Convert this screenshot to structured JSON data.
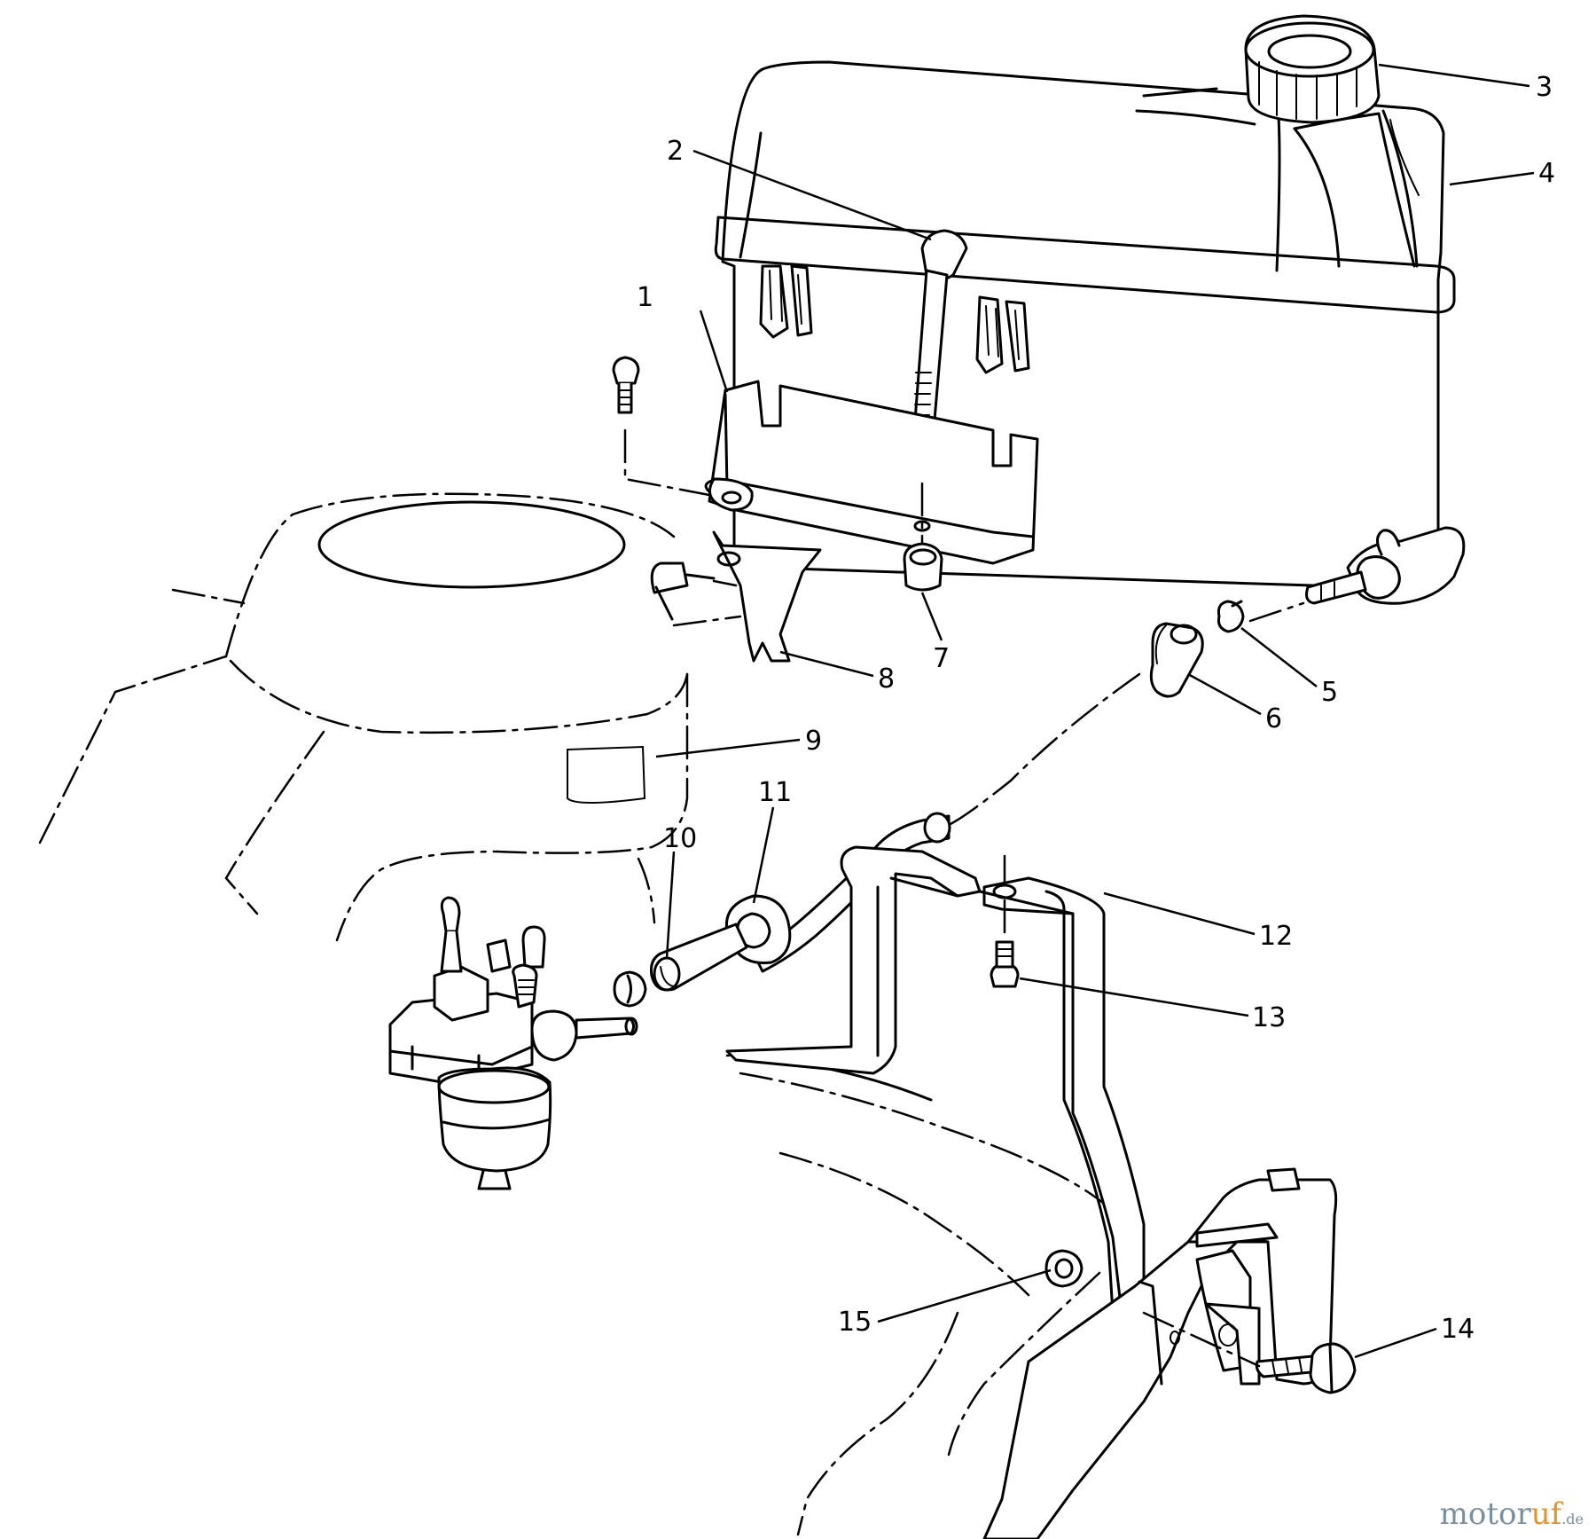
{
  "diagram": {
    "callouts": [
      "1",
      "2",
      "3",
      "4",
      "5",
      "6",
      "7",
      "8",
      "9",
      "10",
      "11",
      "12",
      "13",
      "14",
      "15"
    ]
  },
  "watermark": {
    "text_main": "motor",
    "text_accent": "uf",
    "text_tld": ".de"
  },
  "colors": {
    "line": "#000000",
    "background": "#ffffff",
    "watermark_main": "#7a8fa0",
    "watermark_accent": "#e8902a"
  }
}
